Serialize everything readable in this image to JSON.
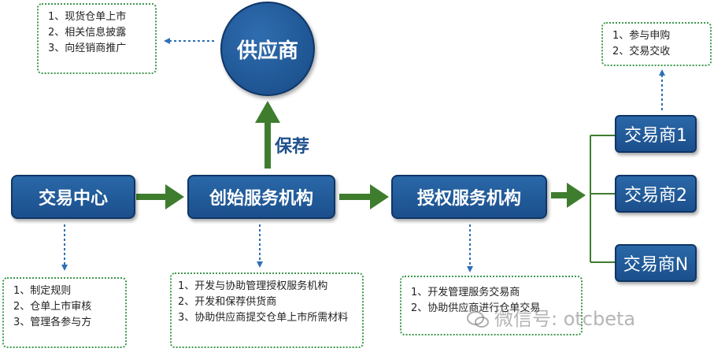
{
  "nodes": {
    "supplier": "供应商",
    "exchange_center": "交易中心",
    "founding_agency": "创始服务机构",
    "authorized_agency": "授权服务机构",
    "trader1": "交易商1",
    "trader2": "交易商2",
    "traderN": "交易商N"
  },
  "edge_label": "保荐",
  "notes": {
    "supplier": [
      "1、现货仓单上市",
      "2、相关信息披露",
      "3、向经销商推广"
    ],
    "exchange_center": [
      "1、制定规则",
      "2、仓单上市审核",
      "3、管理各参与方"
    ],
    "founding_agency": [
      "1、开发与协助管理授权服务机构",
      "2、开发和保荐供货商",
      "3、协助供应商提交仓单上市所需材料"
    ],
    "authorized_agency": [
      "1、开发管理服务交易商",
      "2、协助供应商进行仓单交易"
    ],
    "trader": [
      "1、参与申购",
      "2、交易交收"
    ]
  },
  "watermark": "微信号: otcbeta",
  "colors": {
    "node_fill": "#1b4f8c",
    "arrow_green": "#3f7d2e",
    "dotted_note_border": "#3c9a4c",
    "dotted_arrow": "#2e6fb5"
  }
}
